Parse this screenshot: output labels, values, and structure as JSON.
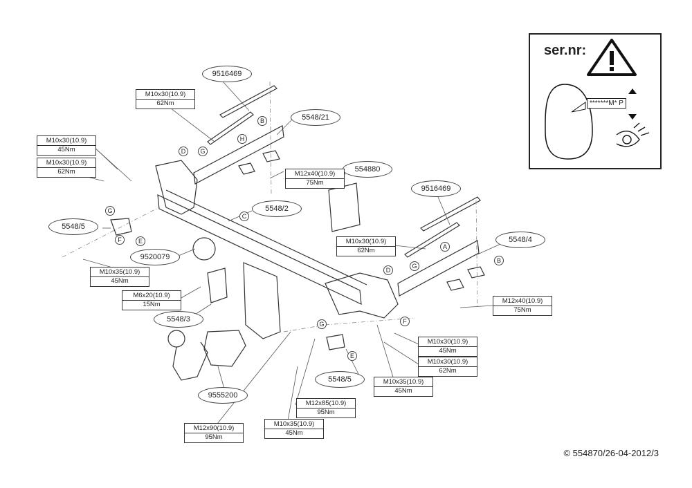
{
  "copyright": "© 554870/26-04-2012/3",
  "serial_box": {
    "title": "ser.nr:",
    "code": "*******M* P",
    "icons": [
      "warning-triangle-icon",
      "eye-icon"
    ]
  },
  "part_labels": [
    {
      "id": "p1",
      "text": "9516469"
    },
    {
      "id": "p2",
      "text": "5548/21"
    },
    {
      "id": "p3",
      "text": "554880"
    },
    {
      "id": "p4",
      "text": "5548/2"
    },
    {
      "id": "p5",
      "text": "9516469"
    },
    {
      "id": "p6",
      "text": "5548/4"
    },
    {
      "id": "p7",
      "text": "5548/5"
    },
    {
      "id": "p8",
      "text": "9520079"
    },
    {
      "id": "p9",
      "text": "5548/3"
    },
    {
      "id": "p10",
      "text": "9555200"
    },
    {
      "id": "p11",
      "text": "5548/5"
    }
  ],
  "bolt_labels": [
    {
      "id": "b1",
      "size": "M10x30(10.9)",
      "torque": "62Nm"
    },
    {
      "id": "b2",
      "size": "M10x30(10.9)",
      "torque": "45Nm"
    },
    {
      "id": "b3",
      "size": "M10x30(10.9)",
      "torque": "62Nm"
    },
    {
      "id": "b4",
      "size": "M12x40(10.9)",
      "torque": "75Nm"
    },
    {
      "id": "b5",
      "size": "M10x30(10.9)",
      "torque": "62Nm"
    },
    {
      "id": "b6",
      "size": "M10x35(10.9)",
      "torque": "45Nm"
    },
    {
      "id": "b7",
      "size": "M6x20(10.9)",
      "torque": "15Nm"
    },
    {
      "id": "b8",
      "size": "M12x40(10.9)",
      "torque": "75Nm"
    },
    {
      "id": "b9",
      "size": "M10x30(10.9)",
      "torque": "45Nm"
    },
    {
      "id": "b10",
      "size": "M10x30(10.9)",
      "torque": "62Nm"
    },
    {
      "id": "b11",
      "size": "M10x35(10.9)",
      "torque": "45Nm"
    },
    {
      "id": "b12",
      "size": "M12x85(10.9)",
      "torque": "95Nm"
    },
    {
      "id": "b13",
      "size": "M10x35(10.9)",
      "torque": "45Nm"
    },
    {
      "id": "b14",
      "size": "M12x90(10.9)",
      "torque": "95Nm"
    }
  ],
  "letters": [
    "D",
    "B",
    "H",
    "G",
    "C",
    "A",
    "B",
    "G",
    "D",
    "G",
    "F",
    "E",
    "F",
    "G",
    "E"
  ]
}
